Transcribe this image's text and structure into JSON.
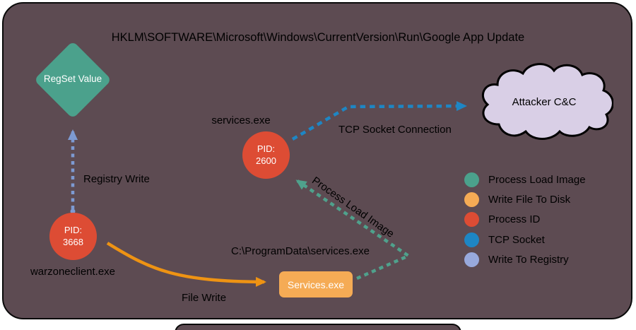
{
  "title": "HKLM\\SOFTWARE\\Microsoft\\Windows\\CurrentVersion\\Run\\Google App Update",
  "colors": {
    "background": "#5d4b52",
    "process_load": "#4ba18c",
    "write_file": "#f5ab55",
    "process_id": "#dd4c34",
    "tcp_socket": "#1e86c4",
    "write_registry": "#7d9ad2",
    "file_write_arrow": "#ee9313",
    "cloud_fill": "#d9cfe6"
  },
  "nodes": {
    "regset": {
      "label": "RegSet Value"
    },
    "pid_3668": {
      "line1": "PID:",
      "line2": "3668",
      "caption": "warzoneclient.exe"
    },
    "pid_2600": {
      "line1": "PID:",
      "line2": "2600",
      "caption": "services.exe"
    },
    "services_box": {
      "label": "Services.exe",
      "caption": "C:\\ProgramData\\services.exe"
    },
    "attacker": {
      "label": "Attacker C&C"
    }
  },
  "edges": {
    "registry_write": {
      "label": "Registry Write"
    },
    "tcp_socket": {
      "label": "TCP Socket Connection"
    },
    "process_load": {
      "label": "Process Load Image"
    },
    "file_write": {
      "label": "File Write"
    }
  },
  "legend": {
    "items": [
      {
        "label": "Process Load Image",
        "color": "#4ba18c"
      },
      {
        "label": "Write File To Disk",
        "color": "#f5ab55"
      },
      {
        "label": "Process ID",
        "color": "#dd4c34"
      },
      {
        "label": "TCP Socket",
        "color": "#1e86c4"
      },
      {
        "label": "Write To Registry",
        "color": "#98a9dc"
      }
    ]
  }
}
